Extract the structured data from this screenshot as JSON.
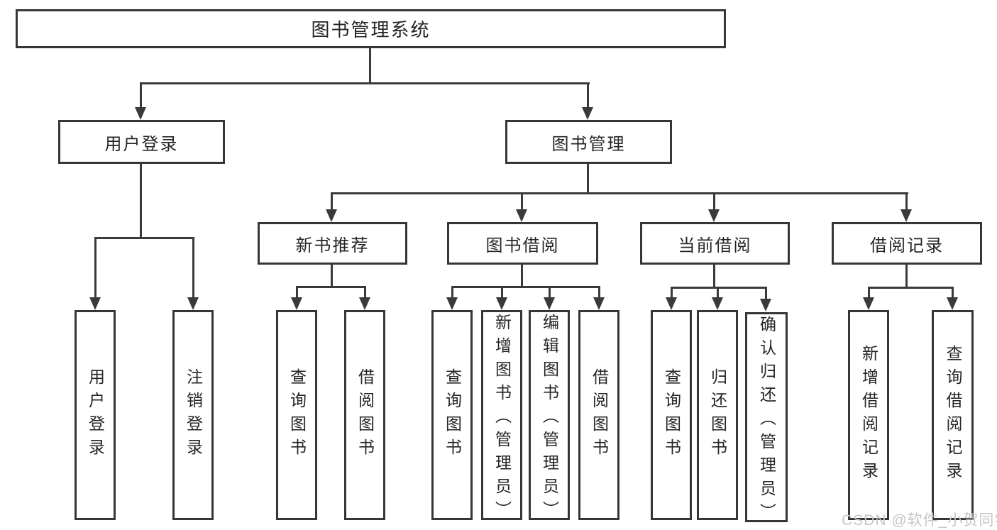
{
  "root": {
    "label": "图书管理系统"
  },
  "level2": [
    {
      "label": "用户登录",
      "leaves": [
        "用户登录",
        "注销登录"
      ]
    },
    {
      "label": "图书管理"
    }
  ],
  "level3": [
    {
      "label": "新书推荐",
      "leaves": [
        "查询图书",
        "借阅图书"
      ]
    },
    {
      "label": "图书借阅",
      "leaves": [
        "查询图书",
        "新增图书（管理员）",
        "编辑图书（管理员）",
        "借阅图书"
      ]
    },
    {
      "label": "当前借阅",
      "leaves": [
        "查询图书",
        "归还图书",
        "确认归还（管理员）"
      ]
    },
    {
      "label": "借阅记录",
      "leaves": [
        "新增借阅记录",
        "查询借阅记录"
      ]
    }
  ],
  "watermark": {
    "text": "CSDN @软件_小贺同学"
  },
  "colors": {
    "background": "#ffffff",
    "line": "#3a3a3a",
    "box_border": "#363636",
    "text": "#252525",
    "watermark": "#c6c6c6"
  }
}
